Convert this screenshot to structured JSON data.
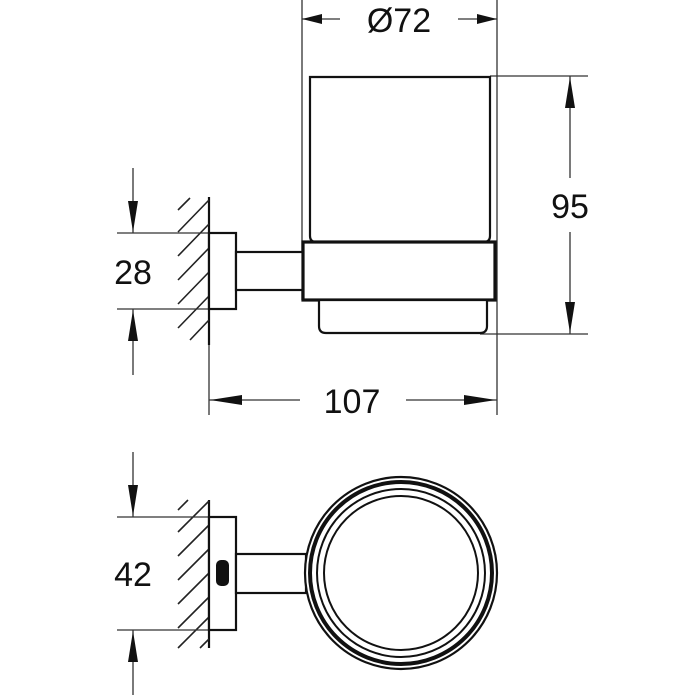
{
  "drawing": {
    "title": "Tumbler holder – dimensional drawing",
    "colors": {
      "line": "#111111",
      "background": "#ffffff"
    }
  },
  "dimensions": {
    "diameter": {
      "label": "Ø72",
      "value_mm": 72,
      "kind": "diameter"
    },
    "height": {
      "label": "95",
      "value_mm": 95,
      "kind": "vertical"
    },
    "plate_height_side": {
      "label": "28",
      "value_mm": 28,
      "kind": "vertical"
    },
    "projection": {
      "label": "107",
      "value_mm": 107,
      "kind": "horizontal"
    },
    "plate_height_top": {
      "label": "42",
      "value_mm": 42,
      "kind": "vertical"
    }
  },
  "views": [
    {
      "name": "side-view",
      "components": [
        "wall",
        "wall-plate",
        "arm",
        "glass",
        "collar",
        "base-cup"
      ]
    },
    {
      "name": "top-view",
      "components": [
        "wall",
        "wall-plate",
        "logo-mark",
        "arm",
        "ring"
      ]
    }
  ]
}
